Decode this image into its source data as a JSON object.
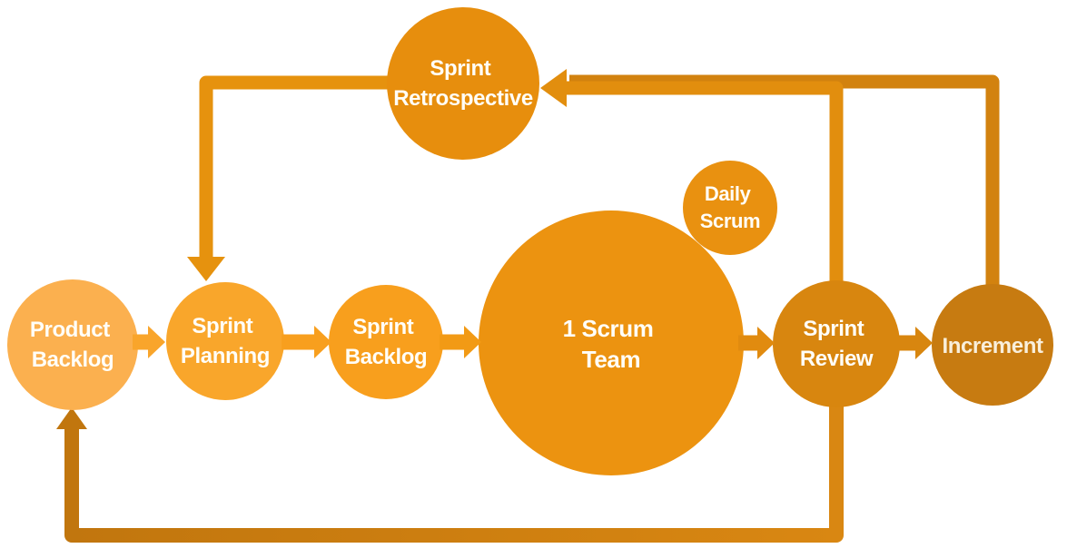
{
  "diagram": {
    "background_color": "#FFFFFF",
    "default_text_color": "#FFFEF8"
  },
  "nodes": {
    "product_backlog": {
      "label_line1": "Product",
      "label_line2": "Backlog",
      "color": "#FBB04F"
    },
    "sprint_planning": {
      "label_line1": "Sprint",
      "label_line2": "Planning",
      "color": "#F9A62B"
    },
    "sprint_backlog": {
      "label_line1": "Sprint",
      "label_line2": "Backlog",
      "color": "#F89F1D"
    },
    "scrum_team": {
      "label_line1": "1 Scrum",
      "label_line2": "Team",
      "color": "#EC9310"
    },
    "daily_scrum": {
      "label_line1": "Daily",
      "label_line2": "Scrum",
      "color": "#E99110"
    },
    "sprint_retrospective": {
      "label_line1": "Sprint",
      "label_line2": "Retrospective",
      "color": "#E78E0D"
    },
    "sprint_review": {
      "label_line1": "Sprint",
      "label_line2": "Review",
      "color": "#D8860F"
    },
    "increment": {
      "label": "Increment",
      "color": "#C77B11",
      "text_color": "#F9EFDB"
    }
  },
  "flow_arrows": {
    "product_to_planning": {
      "color": "#F9A52B"
    },
    "planning_to_backlog": {
      "color": "#F89F1E"
    },
    "backlog_to_team": {
      "color": "#F29A15"
    },
    "team_to_review": {
      "color": "#E18B0F"
    },
    "review_to_increment": {
      "color": "#D8860F"
    }
  },
  "connectors": {
    "retrospective_to_planning": {
      "color": "#E6920E"
    },
    "review_to_retrospective": {
      "color": "#E28E0E"
    },
    "increment_to_retrospective": {
      "color": "#D2820F"
    },
    "review_to_product_loop": {
      "color_start": "#C1760E",
      "color_end": "#D98712"
    }
  }
}
